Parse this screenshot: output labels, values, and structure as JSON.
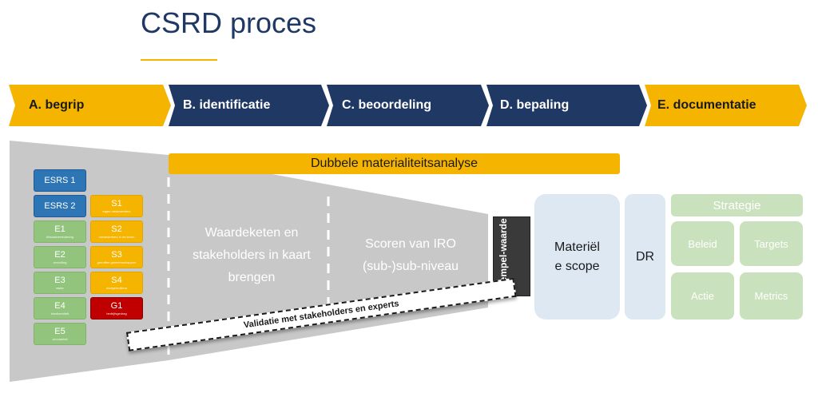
{
  "title": "CSRD proces",
  "steps": [
    {
      "label": "A. begrip",
      "color": "#f5b400"
    },
    {
      "label": "B. identificatie",
      "color": "#1f3864"
    },
    {
      "label": "C. beoordeling",
      "color": "#1f3864"
    },
    {
      "label": "D. bepaling",
      "color": "#1f3864"
    },
    {
      "label": "E. documentatie",
      "color": "#f5b400"
    }
  ],
  "dma_bar": "Dubbele materialiteitsanalyse",
  "standards": {
    "esrs1": "ESRS 1",
    "esrs2": "ESRS 2",
    "environment": [
      {
        "code": "E1",
        "sub": "klimaatverandering"
      },
      {
        "code": "E2",
        "sub": "vervuiling"
      },
      {
        "code": "E3",
        "sub": "water"
      },
      {
        "code": "E4",
        "sub": "biodiversiteit"
      },
      {
        "code": "E5",
        "sub": "circulariteit"
      }
    ],
    "social": [
      {
        "code": "S1",
        "sub": "eigen medewerkers"
      },
      {
        "code": "S2",
        "sub": "medewerkers in de keten"
      },
      {
        "code": "S3",
        "sub": "getroffen gemeenschappen"
      },
      {
        "code": "S4",
        "sub": "eindgebruikers"
      }
    ],
    "governance": [
      {
        "code": "G1",
        "sub": "bedrijfsgedrag"
      }
    ]
  },
  "phase_b_text": "Waardeketen en stakeholders in kaart brengen",
  "phase_c_text": "Scoren van IRO (sub-)sub-niveau",
  "threshold": "Drempel-waarde",
  "scope": "Materiël e scope",
  "dr": "DR",
  "strategy": {
    "title": "Strategie",
    "items": [
      "Beleid",
      "Targets",
      "Actie",
      "Metrics"
    ]
  },
  "validation": "Validatie met stakeholders en experts",
  "colors": {
    "navy": "#1f3864",
    "gold": "#f5b400",
    "funnel": "#c8c8c8",
    "light_blue": "#dde8f3",
    "light_green": "#c9e1bc"
  }
}
